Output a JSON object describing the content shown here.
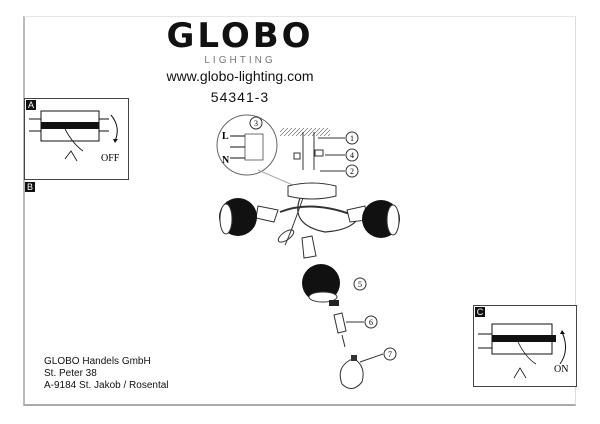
{
  "header": {
    "brand": "GLOBO",
    "brand_sub": "LIGHTING",
    "website": "www.globo-lighting.com",
    "product_code": "54341-3"
  },
  "address": {
    "line1": "GLOBO Handels GmbH",
    "line2": "St. Peter 38",
    "line3": "A-9184 St. Jakob / Rosental"
  },
  "panels": {
    "a": {
      "tag": "A",
      "state": "OFF"
    },
    "b": {
      "tag": "B"
    },
    "c": {
      "tag": "C",
      "state": "ON"
    }
  },
  "wiring": {
    "live": "L",
    "neutral": "N"
  },
  "callouts": [
    "1",
    "2",
    "3",
    "4",
    "5",
    "6",
    "7"
  ]
}
